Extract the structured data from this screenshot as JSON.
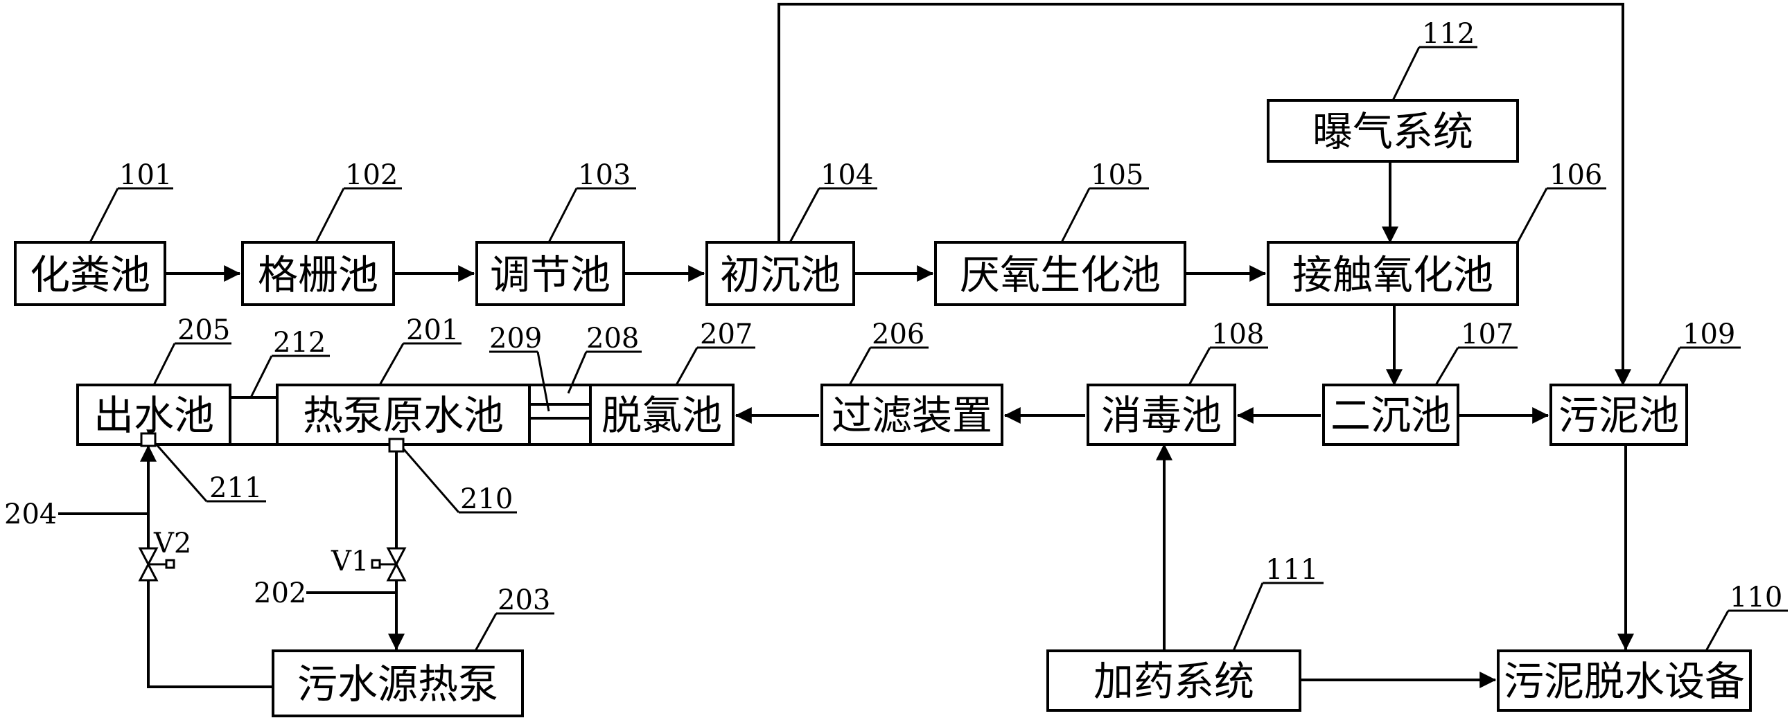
{
  "boxes": {
    "septic_tank": "化粪池",
    "grid_tank": "格栅池",
    "regulating_tank": "调节池",
    "primary_sedimentation": "初沉池",
    "anaerobic_tank": "厌氧生化池",
    "contact_oxidation": "接触氧化池",
    "aeration_system": "曝气系统",
    "secondary_sedimentation": "二沉池",
    "sludge_tank": "污泥池",
    "disinfection_tank": "消毒池",
    "filter_device": "过滤装置",
    "dechlorination_tank": "脱氯池",
    "heat_pump_raw_water": "热泵原水池",
    "outlet_tank": "出水池",
    "sewage_heat_pump": "污水源热泵",
    "dosing_system": "加药系统",
    "sludge_dewatering": "污泥脱水设备"
  },
  "refs": {
    "r101": "101",
    "r102": "102",
    "r103": "103",
    "r104": "104",
    "r105": "105",
    "r106": "106",
    "r107": "107",
    "r108": "108",
    "r109": "109",
    "r110": "110",
    "r111": "111",
    "r112": "112",
    "r201": "201",
    "r202": "202",
    "r203": "203",
    "r204": "204",
    "r205": "205",
    "r206": "206",
    "r207": "207",
    "r208": "208",
    "r209": "209",
    "r210": "210",
    "r211": "211",
    "r212": "212"
  },
  "valves": {
    "v1": "V1",
    "v2": "V2"
  }
}
